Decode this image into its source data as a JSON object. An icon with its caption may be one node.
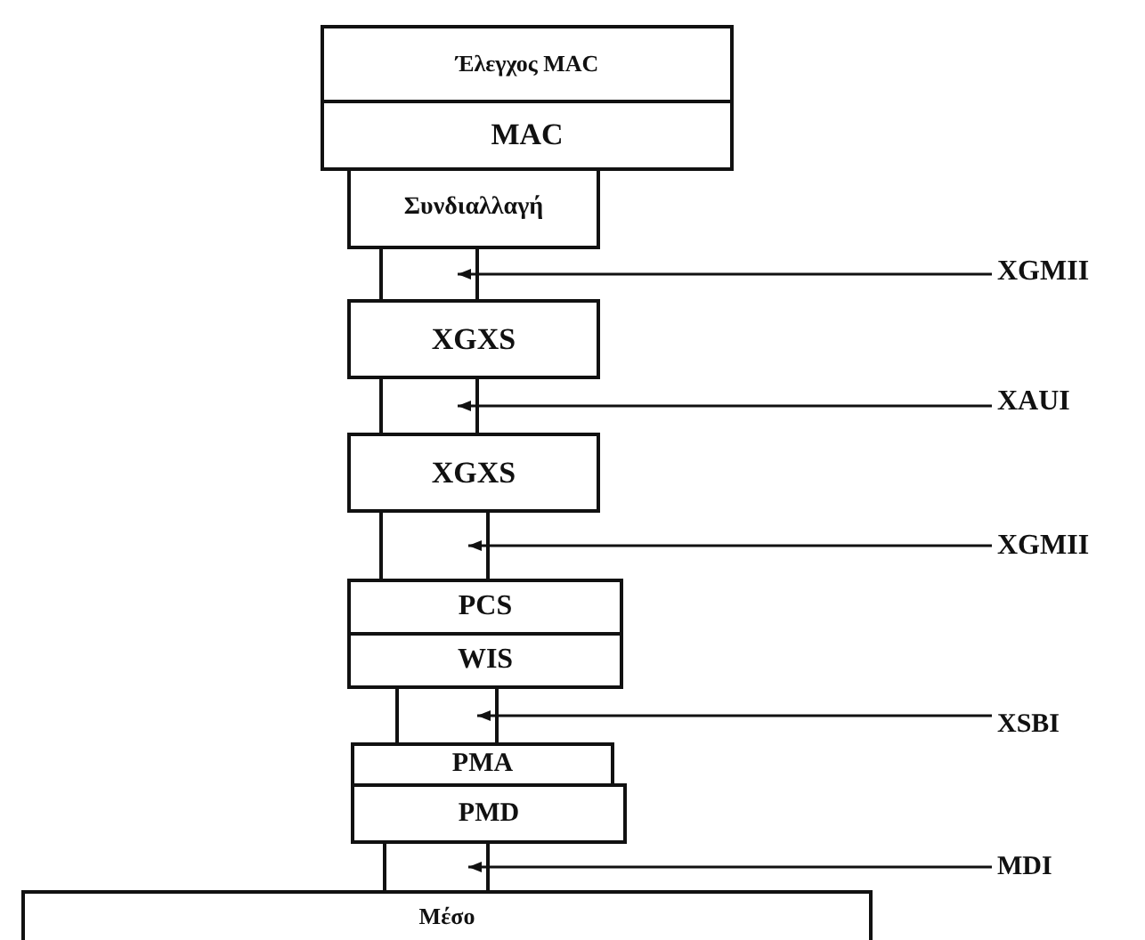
{
  "diagram": {
    "nodes": [
      {
        "text": [
          "Έλεγχος MAC"
        ]
      },
      {
        "text": [
          "MAC"
        ]
      },
      {
        "text": [
          "Συνδιαλλαγή"
        ]
      },
      {
        "text": [],
        "shape": "box"
      },
      {
        "text": [
          "XGMII"
        ]
      },
      {
        "text": [
          "XGXS"
        ]
      },
      {
        "text": [],
        "shape": "box"
      },
      {
        "text": [
          "XAUI"
        ]
      },
      {
        "text": [
          "XGXS"
        ]
      },
      {
        "text": [],
        "shape": "box"
      },
      {
        "text": [
          "XGMII"
        ]
      },
      {
        "text": [
          "PCS"
        ]
      },
      {
        "text": [
          "WIS"
        ]
      },
      {
        "text": [],
        "shape": "box"
      },
      {
        "text": [
          "XSBI"
        ]
      },
      {
        "text": [
          "PMA"
        ]
      },
      {
        "text": [
          "PMD"
        ]
      },
      {
        "text": [],
        "shape": "box"
      },
      {
        "text": [
          "MDI"
        ]
      },
      {
        "text": [
          "Μέσο"
        ]
      }
    ],
    "edges": [
      {
        "from": 4,
        "to": 3,
        "arrow": "to"
      },
      {
        "from": 7,
        "to": 6,
        "arrow": "to"
      },
      {
        "from": 10,
        "to": 9,
        "arrow": "to"
      },
      {
        "from": 14,
        "to": 13,
        "arrow": "to"
      },
      {
        "from": 18,
        "to": 17,
        "arrow": "to"
      }
    ]
  }
}
